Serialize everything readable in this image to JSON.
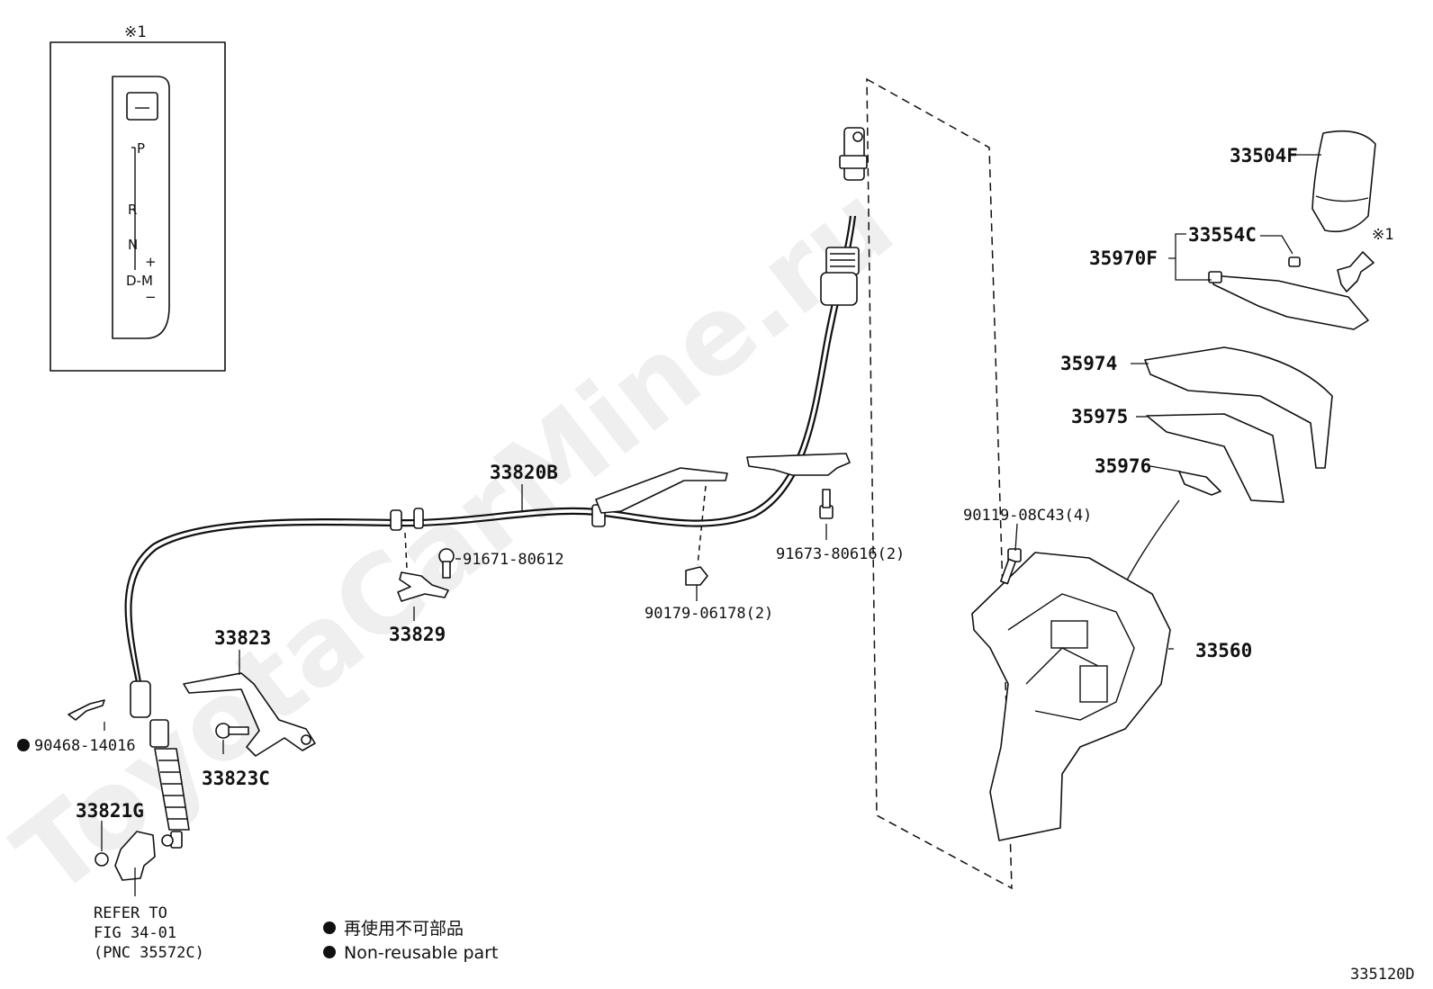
{
  "watermark": "ToyotaCarMine.ru",
  "inset": {
    "marker": "※1",
    "gate_labels": [
      "P",
      "R",
      "N",
      "D-M",
      "+",
      "−"
    ]
  },
  "parts": [
    {
      "id": "p1",
      "label": "33504F"
    },
    {
      "id": "p2",
      "label": "33554C"
    },
    {
      "id": "p3",
      "label": "35970F"
    },
    {
      "id": "p4",
      "label": "35974"
    },
    {
      "id": "p5",
      "label": "35975"
    },
    {
      "id": "p6",
      "label": "35976"
    },
    {
      "id": "p7",
      "label": "90119-08C43(4)"
    },
    {
      "id": "p8",
      "label": "33560"
    },
    {
      "id": "p9",
      "label": "33820B"
    },
    {
      "id": "p10",
      "label": "91671-80612"
    },
    {
      "id": "p11",
      "label": "91673-80616(2)"
    },
    {
      "id": "p12",
      "label": "90179-06178(2)"
    },
    {
      "id": "p13",
      "label": "33829"
    },
    {
      "id": "p14",
      "label": "33823"
    },
    {
      "id": "p15",
      "label": "33823C"
    },
    {
      "id": "p16",
      "label": "90468-14016"
    },
    {
      "id": "p17",
      "label": "33821G"
    }
  ],
  "arrow_marker": "※1",
  "reference_note": [
    "REFER TO",
    "FIG 34-01",
    "(PNC 35572C)"
  ],
  "legend": {
    "jp": "再使用不可部品",
    "en": "Non-reusable part"
  },
  "figure_id": "335120D"
}
